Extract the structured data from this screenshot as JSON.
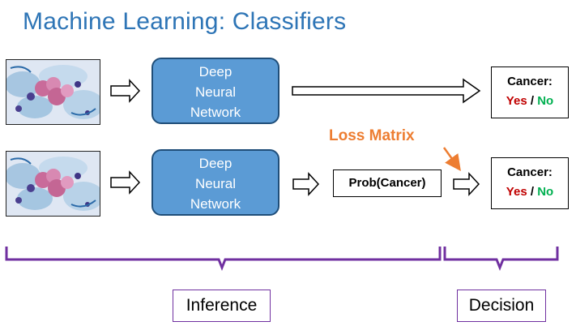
{
  "title": "Machine Learning: Classifiers",
  "rows": [
    {
      "dnn": [
        "Deep",
        "Neural",
        "Network"
      ],
      "output": {
        "label": "Cancer:",
        "yes": "Yes",
        "slash": "/",
        "no": "No"
      }
    },
    {
      "dnn": [
        "Deep",
        "Neural",
        "Network"
      ],
      "prob": "Prob(Cancer)",
      "output": {
        "label": "Cancer:",
        "yes": "Yes",
        "slash": "/",
        "no": "No"
      }
    }
  ],
  "loss_matrix": "Loss Matrix",
  "stages": {
    "inference": "Inference",
    "decision": "Decision"
  },
  "colors": {
    "title": "#2e75b6",
    "dnn_fill": "#5b9bd5",
    "yes": "#c00000",
    "no": "#00b050",
    "loss": "#ed7d31",
    "brace": "#7030a0"
  }
}
